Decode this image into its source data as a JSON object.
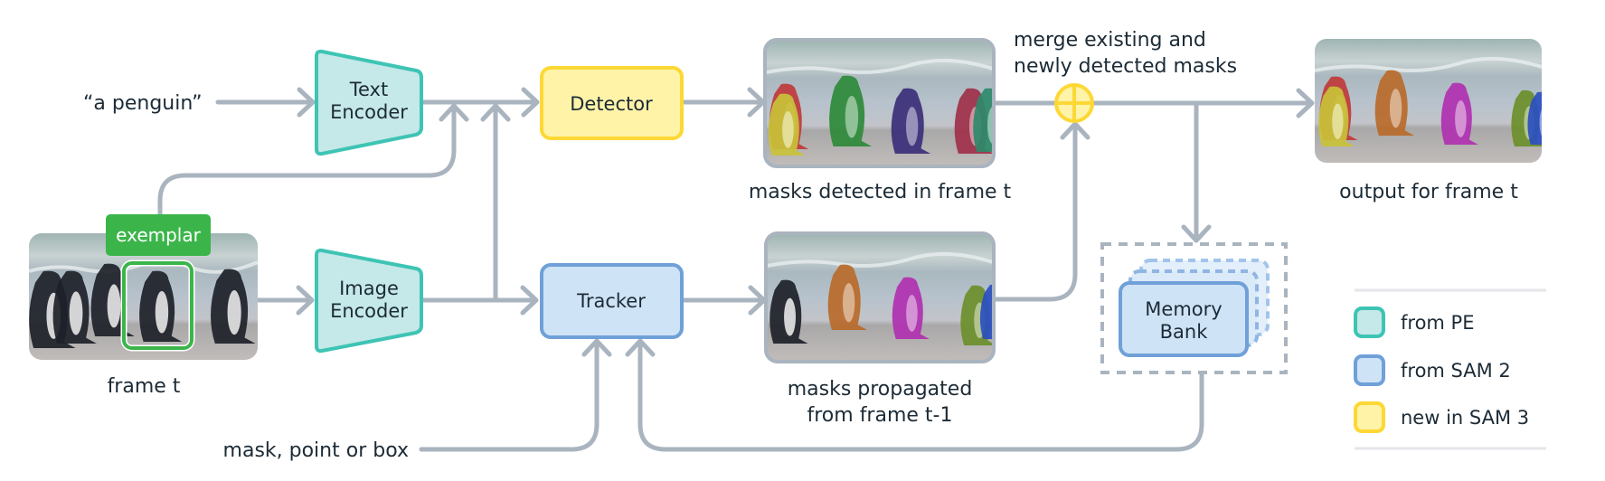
{
  "title": "SAM 3 video architecture diagram",
  "colors": {
    "arrow": "#a9b4bf",
    "text": "#1c2b36",
    "pe_border": "#3ec4b4",
    "pe_fill": "#c5e8e8",
    "sam2_border": "#6fa0d8",
    "sam2_fill": "#cfe3f7",
    "sam3_border": "#fdd835",
    "sam3_fill": "#fff3a8",
    "exemplar_green": "#3bb54a"
  },
  "inputs": {
    "text_prompt": "“a penguin”",
    "visual_prompt": "mask, point or box",
    "frame_caption": "frame t",
    "exemplar_tag": "exemplar"
  },
  "modules": {
    "text_encoder": [
      "Text",
      "Encoder"
    ],
    "image_encoder": [
      "Image",
      "Encoder"
    ],
    "detector": "Detector",
    "tracker": "Tracker",
    "memory_bank": [
      "Memory",
      "Bank"
    ]
  },
  "captions": {
    "masks_detected": "masks detected in frame t",
    "masks_propagated": [
      "masks propagated",
      "from frame t-1"
    ],
    "merge": [
      "merge existing and",
      "newly detected masks"
    ],
    "output": "output for frame t"
  },
  "legend": [
    {
      "label": "from PE",
      "key": "pe"
    },
    {
      "label": "from SAM 2",
      "key": "sam2"
    },
    {
      "label": "new in SAM 3",
      "key": "sam3"
    }
  ],
  "images": {
    "frame_t": {
      "penguins": [
        "black",
        "black",
        "black",
        "black"
      ]
    },
    "masks_detected": {
      "mask_colors": [
        "#c9c23a",
        "#c03a3a",
        "#2e8a3a",
        "#3b2f7a",
        "#a0304a",
        "#2e8a6a"
      ]
    },
    "masks_propagated": {
      "mask_colors": [
        "#b86a2a",
        "#b030b0",
        "#6b8f2a",
        "#2a4fc0"
      ]
    },
    "output": {
      "mask_colors": [
        "#c9c23a",
        "#c03a3a",
        "#b86a2a",
        "#b030b0",
        "#6b8f2a",
        "#2a4fc0"
      ]
    }
  }
}
